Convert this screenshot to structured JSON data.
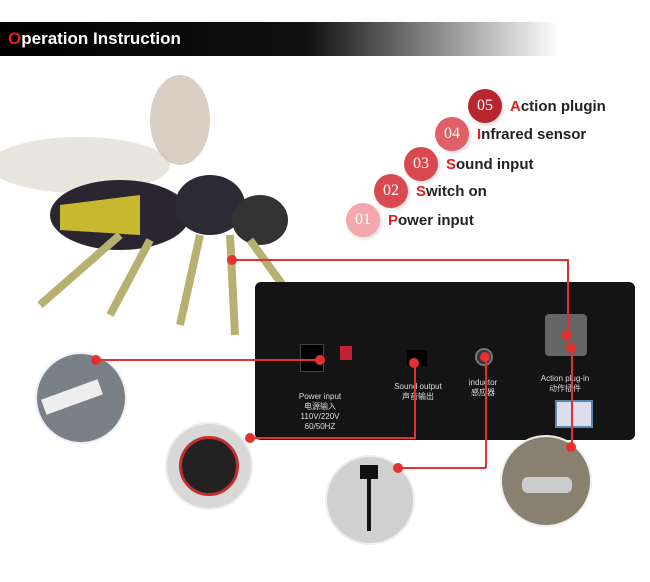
{
  "header": {
    "first_letter": "O",
    "rest": "peration Instruction"
  },
  "steps": [
    {
      "num": "05",
      "first": "A",
      "rest": "ction plugin",
      "color": "#b8272e"
    },
    {
      "num": "04",
      "first": "I",
      "rest": "nfrared sensor",
      "color": "#e06068"
    },
    {
      "num": "03",
      "first": "S",
      "rest": "ound input",
      "color": "#d9474f"
    },
    {
      "num": "02",
      "first": "S",
      "rest": "witch on",
      "color": "#d84a52"
    },
    {
      "num": "01",
      "first": "P",
      "rest": "ower input",
      "color": "#f2a8ac"
    }
  ],
  "device": {
    "power_label": "Power input",
    "power_label_cn": "电源输入",
    "power_voltage": "110V/220V",
    "power_freq": "60/50HZ",
    "sound_label": "Sound output",
    "sound_label_cn": "声音输出",
    "inductor_label": "inductor",
    "inductor_label_cn": "感应器",
    "action_label": "Action plug-in",
    "action_label_cn": "动作插件"
  },
  "accent": "#e53030"
}
